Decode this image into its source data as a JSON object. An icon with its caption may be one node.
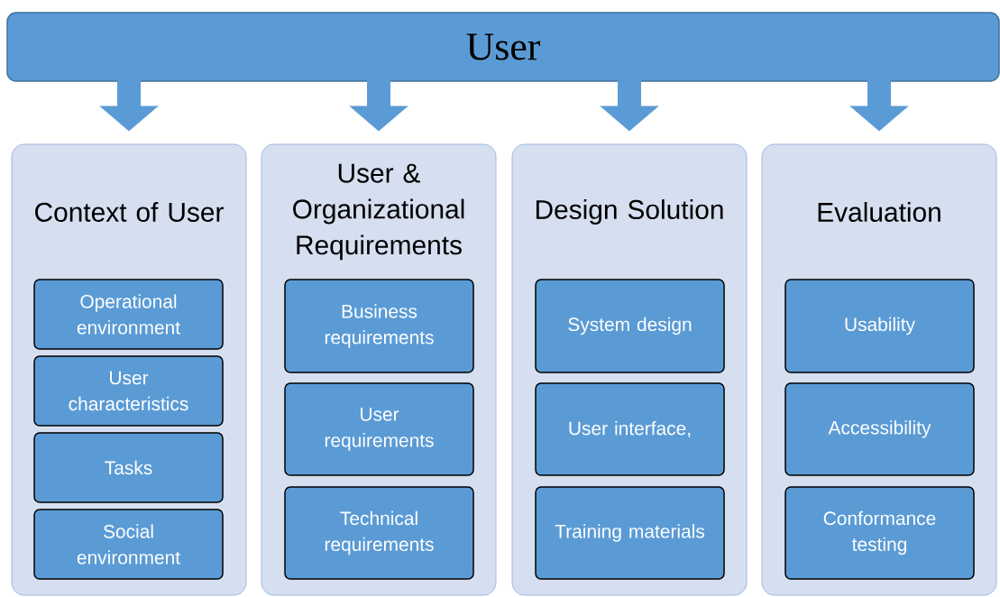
{
  "diagram": {
    "nodes": [
      {
        "text": [
          "User"
        ]
      },
      {
        "text": [
          "Context of User"
        ]
      },
      {
        "text": [
          "Operational environment"
        ],
        "in": 1
      },
      {
        "text": [
          "User characteristics"
        ],
        "in": 1
      },
      {
        "text": [
          "Tasks"
        ],
        "in": 1
      },
      {
        "text": [
          "Social environment"
        ],
        "in": 1
      },
      {
        "text": [
          "User & Organizational Requirements"
        ]
      },
      {
        "text": [
          "Business requirements"
        ],
        "in": 6
      },
      {
        "text": [
          "User requirements"
        ],
        "in": 6
      },
      {
        "text": [
          "Technical requirements"
        ],
        "in": 6
      },
      {
        "text": [
          "Design Solution"
        ]
      },
      {
        "text": [
          "System design"
        ],
        "in": 10
      },
      {
        "text": [
          "User interface,"
        ],
        "in": 10
      },
      {
        "text": [
          "Training materials"
        ],
        "in": 10
      },
      {
        "text": [
          "Evaluation"
        ]
      },
      {
        "text": [
          "Usability"
        ],
        "in": 14
      },
      {
        "text": [
          "Accessibility"
        ],
        "in": 14
      },
      {
        "text": [
          "Conformance testing"
        ],
        "in": 14
      }
    ],
    "edges": [
      {
        "from": 0,
        "to": 1,
        "arrow": "to"
      },
      {
        "from": 0,
        "to": 6,
        "arrow": "to"
      },
      {
        "from": 0,
        "to": 10,
        "arrow": "to"
      },
      {
        "from": 0,
        "to": 14,
        "arrow": "to"
      }
    ]
  }
}
